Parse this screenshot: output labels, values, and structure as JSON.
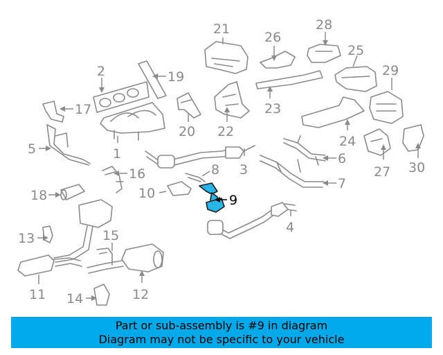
{
  "banner": {
    "line1": "Part or sub-assembly is #9 in diagram",
    "line2": "Diagram may not be specific to your vehicle"
  },
  "highlight_color": "#29b6e6",
  "banner_color": "#00a9e9",
  "callouts": {
    "c1": "1",
    "c2": "2",
    "c3": "3",
    "c4": "4",
    "c5": "5",
    "c6": "6",
    "c7": "7",
    "c8": "8",
    "c9": "9",
    "c10": "10",
    "c11": "11",
    "c12": "12",
    "c13": "13",
    "c14": "14",
    "c15": "15",
    "c16": "16",
    "c17": "17",
    "c18": "18",
    "c19": "19",
    "c20": "20",
    "c21": "21",
    "c22": "22",
    "c23": "23",
    "c24": "24",
    "c25": "25",
    "c26": "26",
    "c27": "27",
    "c28": "28",
    "c29": "29",
    "c30": "30"
  }
}
